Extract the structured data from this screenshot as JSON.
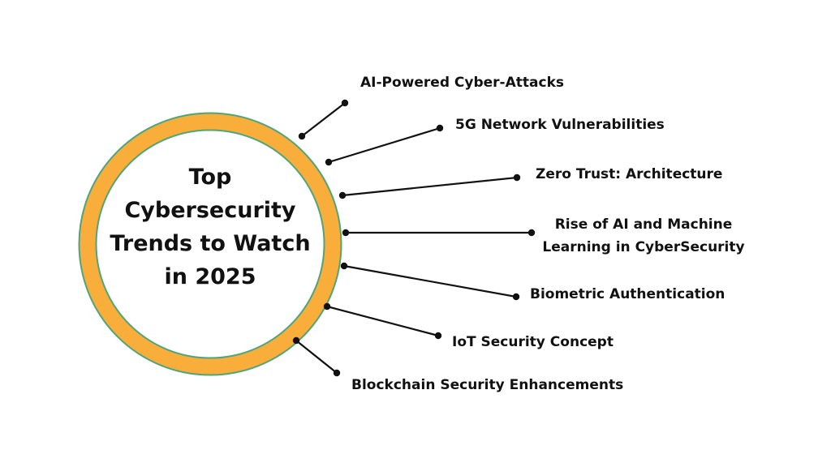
{
  "title_lines": [
    "Top",
    "Cybersecurity",
    "Trends to Watch",
    "in 2025"
  ],
  "trends": [
    "AI-Powered Cyber-Attacks",
    "5G Network Vulnerabilities",
    "Zero Trust: Architecture",
    "Rise of AI and Machine",
    "Learning in CyberSecurity",
    "Biometric Authentication",
    "IoT Security Concept",
    "Blockchain Security Enhancements"
  ],
  "colors": {
    "ring": "#f9ad3b",
    "ring_border": "#4fa57a",
    "line": "#111111"
  }
}
